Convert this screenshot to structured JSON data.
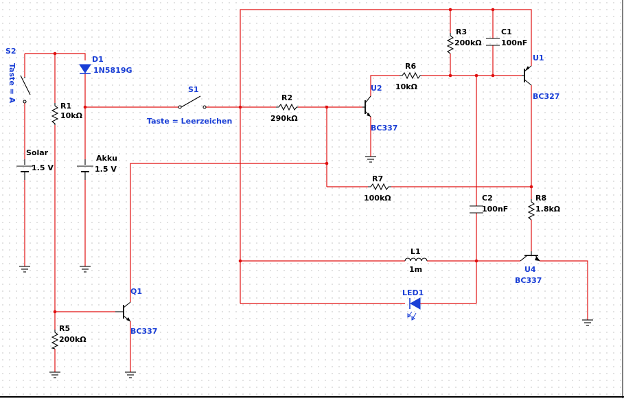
{
  "colors": {
    "wire": "#e01010",
    "component": "#000000",
    "label": "#1a3fd6",
    "grid": "#9a9a9a",
    "background": "#ffffff"
  },
  "components": {
    "S2": {
      "ref": "S2",
      "key": "Taste = A"
    },
    "D1": {
      "ref": "D1",
      "part": "1N5819G"
    },
    "R1": {
      "ref": "R1",
      "value": "10kΩ"
    },
    "Solar": {
      "ref": "Solar",
      "value": "1.5 V"
    },
    "Akku": {
      "ref": "Akku",
      "value": "1.5 V"
    },
    "S1": {
      "ref": "S1",
      "key": "Taste = Leerzeichen"
    },
    "R2": {
      "ref": "R2",
      "value": "290kΩ"
    },
    "U2": {
      "ref": "U2",
      "part": "BC337"
    },
    "R6": {
      "ref": "R6",
      "value": "10kΩ"
    },
    "R3": {
      "ref": "R3",
      "value": "200kΩ"
    },
    "C1": {
      "ref": "C1",
      "value": "100nF"
    },
    "U1": {
      "ref": "U1",
      "part": "BC327"
    },
    "R7": {
      "ref": "R7",
      "value": "100kΩ"
    },
    "C2": {
      "ref": "C2",
      "value": "100nF"
    },
    "R8": {
      "ref": "R8",
      "value": "1.8kΩ"
    },
    "L1": {
      "ref": "L1",
      "value": "1m"
    },
    "U4": {
      "ref": "U4",
      "part": "BC337"
    },
    "LED1": {
      "ref": "LED1"
    },
    "Q1": {
      "ref": "Q1",
      "part": "BC337"
    },
    "R5": {
      "ref": "R5",
      "value": "200kΩ"
    }
  }
}
